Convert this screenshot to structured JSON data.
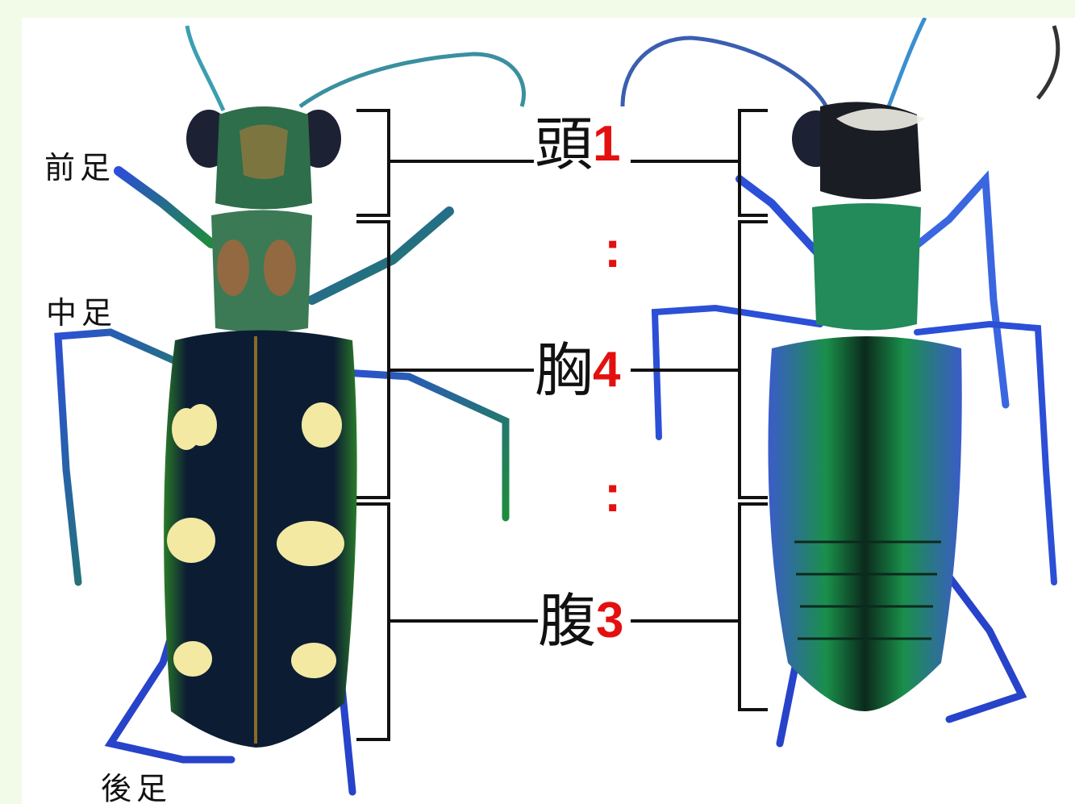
{
  "leg_labels": {
    "front": "前足",
    "middle": "中足",
    "hind": "後足"
  },
  "body_parts": {
    "head": {
      "name": "頭",
      "count": "1"
    },
    "thorax": {
      "name": "胸",
      "count": "4"
    },
    "abdomen": {
      "name": "腹",
      "count": "3"
    }
  },
  "ratio_separator": ":",
  "colors": {
    "slide_background": "#f2fbe8",
    "count_red": "#e3100f",
    "beetle_dark": "#0c1c33",
    "beetle_green": "#1f8c3a",
    "beetle_blue": "#2b4fd6",
    "spot_yellow": "#f3e9a3"
  }
}
